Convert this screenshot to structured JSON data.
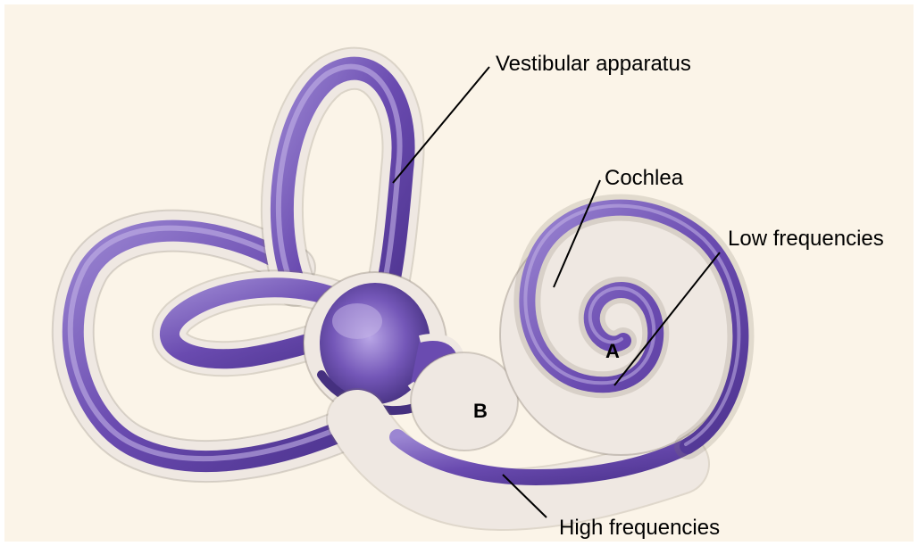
{
  "labels": {
    "vestibular": "Vestibular apparatus",
    "cochlea": "Cochlea",
    "low": "Low frequencies",
    "high": "High frequencies",
    "a": "A",
    "b": "B"
  },
  "colors": {
    "background": "#fbf4e8",
    "organ_outer": "#efe8e2",
    "organ_outline": "#7d7466",
    "purple_dark": "#5b3e98",
    "purple_mid": "#7d60bd",
    "purple_light": "#c3b2e6",
    "leader": "#000000"
  }
}
